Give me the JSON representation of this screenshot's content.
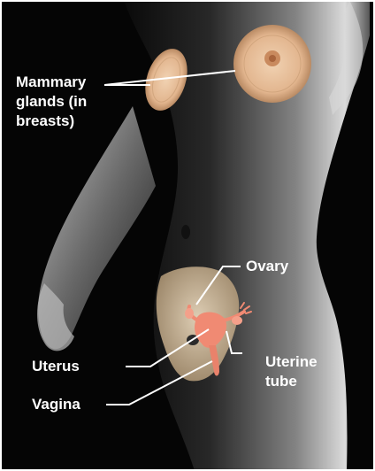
{
  "labels": {
    "mammary": {
      "lines": [
        "Mammary",
        "glands (in",
        "breasts)"
      ]
    },
    "ovary": {
      "text": "Ovary"
    },
    "uterus": {
      "text": "Uterus"
    },
    "vagina": {
      "text": "Vagina"
    },
    "uterine_tube": {
      "lines": [
        "Uterine",
        "tube"
      ]
    }
  },
  "colors": {
    "background": "#050505",
    "border": "#ffffff",
    "label_text": "#ffffff",
    "leader_line": "#ffffff",
    "breast_tissue": "#e9c09b",
    "pelvis_bone": "#d9c2a3",
    "reproductive_organs": "#f08a73"
  }
}
